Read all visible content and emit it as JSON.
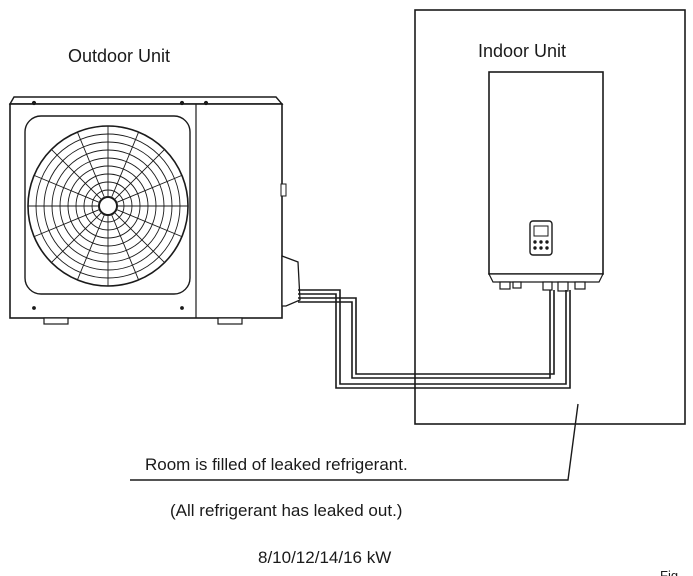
{
  "labels": {
    "outdoor_unit": "Outdoor Unit",
    "indoor_unit": "Indoor Unit",
    "room_note": "Room is filled of leaked refrigerant.",
    "leak_note": "(All refrigerant has leaked out.)",
    "capacity": "8/10/12/14/16 kW",
    "fig": "Fig"
  },
  "colors": {
    "line": "#1a1a1a",
    "fill": "#ffffff"
  }
}
